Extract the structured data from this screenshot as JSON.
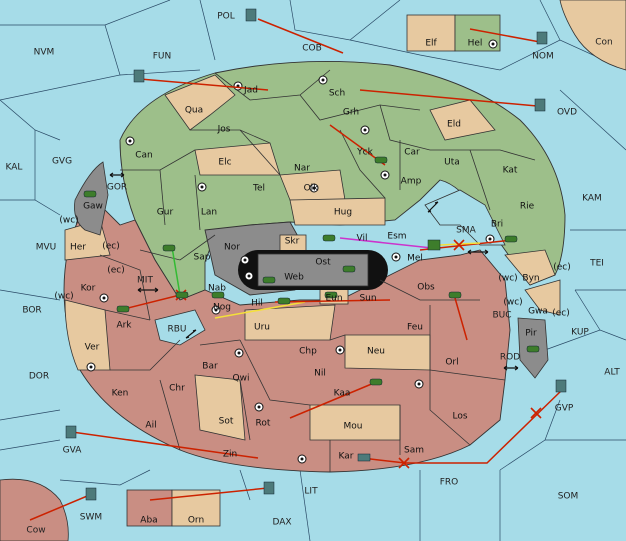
{
  "colors": {
    "sea": "#a6dce8",
    "green": "#9dbf8a",
    "pink": "#c98e83",
    "tan": "#e7c9a0",
    "grey": "#8c8c8c",
    "order_move": "#cc2200",
    "order_support": "#f4e03a",
    "order_convoy": "#cc33cc",
    "order_hold": "#33bb33",
    "unit": "#3d7d2b"
  },
  "sea_labels": [
    {
      "id": "pol",
      "text": "POL"
    },
    {
      "id": "cob",
      "text": "COB"
    },
    {
      "id": "nvm",
      "text": "NVM"
    },
    {
      "id": "fun",
      "text": "FUN"
    },
    {
      "id": "nom",
      "text": "NOM"
    },
    {
      "id": "con",
      "text": "Con"
    },
    {
      "id": "ovd",
      "text": "OVD"
    },
    {
      "id": "kal",
      "text": "KAL"
    },
    {
      "id": "gvg",
      "text": "GVG"
    },
    {
      "id": "gor",
      "text": "GOR"
    },
    {
      "id": "kam",
      "text": "KAM"
    },
    {
      "id": "mvu",
      "text": "MVU"
    },
    {
      "id": "sma",
      "text": "SMA"
    },
    {
      "id": "tei",
      "text": "TEI"
    },
    {
      "id": "mit",
      "text": "MIT"
    },
    {
      "id": "bor",
      "text": "BOR"
    },
    {
      "id": "rbu",
      "text": "RBU"
    },
    {
      "id": "buc",
      "text": "BUC"
    },
    {
      "id": "kup",
      "text": "KUP"
    },
    {
      "id": "dor",
      "text": "DOR"
    },
    {
      "id": "rod",
      "text": "ROD"
    },
    {
      "id": "alt",
      "text": "ALT"
    },
    {
      "id": "gvp",
      "text": "GVP"
    },
    {
      "id": "gva",
      "text": "GVA"
    },
    {
      "id": "fro",
      "text": "FRO"
    },
    {
      "id": "som",
      "text": "SOM"
    },
    {
      "id": "lit",
      "text": "LIT"
    },
    {
      "id": "swm",
      "text": "SWM"
    },
    {
      "id": "cow",
      "text": "Cow"
    },
    {
      "id": "dax",
      "text": "DAX"
    }
  ],
  "land_labels": [
    {
      "id": "jad",
      "text": "Jad"
    },
    {
      "id": "sch",
      "text": "Sch"
    },
    {
      "id": "qua",
      "text": "Qua"
    },
    {
      "id": "grh",
      "text": "Grh"
    },
    {
      "id": "jos",
      "text": "Jos"
    },
    {
      "id": "eld",
      "text": "Eld"
    },
    {
      "id": "can",
      "text": "Can"
    },
    {
      "id": "yck",
      "text": "Yck"
    },
    {
      "id": "car",
      "text": "Car"
    },
    {
      "id": "elc",
      "text": "Elc"
    },
    {
      "id": "nar",
      "text": "Nar"
    },
    {
      "id": "uta",
      "text": "Uta"
    },
    {
      "id": "amp",
      "text": "Amp"
    },
    {
      "id": "kat",
      "text": "Kat"
    },
    {
      "id": "tel",
      "text": "Tel"
    },
    {
      "id": "olk",
      "text": "Olk"
    },
    {
      "id": "gur",
      "text": "Gur"
    },
    {
      "id": "rie",
      "text": "Rie"
    },
    {
      "id": "lan",
      "text": "Lan"
    },
    {
      "id": "hug",
      "text": "Hug"
    },
    {
      "id": "gaw",
      "text": "Gaw"
    },
    {
      "id": "bri",
      "text": "Bri"
    },
    {
      "id": "esm",
      "text": "Esm"
    },
    {
      "id": "vil",
      "text": "Vil"
    },
    {
      "id": "nor",
      "text": "Nor"
    },
    {
      "id": "skr",
      "text": "Skr"
    },
    {
      "id": "her",
      "text": "Her"
    },
    {
      "id": "sap",
      "text": "Sap"
    },
    {
      "id": "mel",
      "text": "Mel"
    },
    {
      "id": "ost",
      "text": "Ost"
    },
    {
      "id": "web",
      "text": "Web"
    },
    {
      "id": "byn",
      "text": "Byn"
    },
    {
      "id": "kor",
      "text": "Kor"
    },
    {
      "id": "nab",
      "text": "Nab"
    },
    {
      "id": "obs",
      "text": "Obs"
    },
    {
      "id": "eun",
      "text": "Eun"
    },
    {
      "id": "sun",
      "text": "Sun"
    },
    {
      "id": "nog",
      "text": "Nog"
    },
    {
      "id": "hil",
      "text": "Hil"
    },
    {
      "id": "gwa",
      "text": "Gwa"
    },
    {
      "id": "ark",
      "text": "Ark"
    },
    {
      "id": "uru",
      "text": "Uru"
    },
    {
      "id": "feu",
      "text": "Feu"
    },
    {
      "id": "pir",
      "text": "Pir"
    },
    {
      "id": "ver",
      "text": "Ver"
    },
    {
      "id": "chp",
      "text": "Chp"
    },
    {
      "id": "neu",
      "text": "Neu"
    },
    {
      "id": "orl",
      "text": "Orl"
    },
    {
      "id": "bar",
      "text": "Bar"
    },
    {
      "id": "qwi",
      "text": "Qwi"
    },
    {
      "id": "nil",
      "text": "Nil"
    },
    {
      "id": "ken",
      "text": "Ken"
    },
    {
      "id": "chr",
      "text": "Chr"
    },
    {
      "id": "kaa",
      "text": "Kaa"
    },
    {
      "id": "sot",
      "text": "Sot"
    },
    {
      "id": "rot",
      "text": "Rot"
    },
    {
      "id": "mou",
      "text": "Mou"
    },
    {
      "id": "los",
      "text": "Los"
    },
    {
      "id": "ail",
      "text": "Ail"
    },
    {
      "id": "sam",
      "text": "Sam"
    },
    {
      "id": "zin",
      "text": "Zin"
    },
    {
      "id": "kar",
      "text": "Kar"
    },
    {
      "id": "elf",
      "text": "Elf"
    },
    {
      "id": "hel",
      "text": "Hel"
    },
    {
      "id": "aba",
      "text": "Aba"
    },
    {
      "id": "orn",
      "text": "Orn"
    }
  ],
  "coast_labels": [
    {
      "id": "her-wc",
      "text": "(wc)"
    },
    {
      "id": "her-ec",
      "text": "(ec)"
    },
    {
      "id": "kor-ec",
      "text": "(ec)"
    },
    {
      "id": "kor-wc",
      "text": "(wc)"
    },
    {
      "id": "byn-wc",
      "text": "(wc)"
    },
    {
      "id": "byn-ec",
      "text": "(ec)"
    },
    {
      "id": "gwa-wc",
      "text": "(wc)"
    },
    {
      "id": "gwa-ec",
      "text": "(ec)"
    }
  ]
}
